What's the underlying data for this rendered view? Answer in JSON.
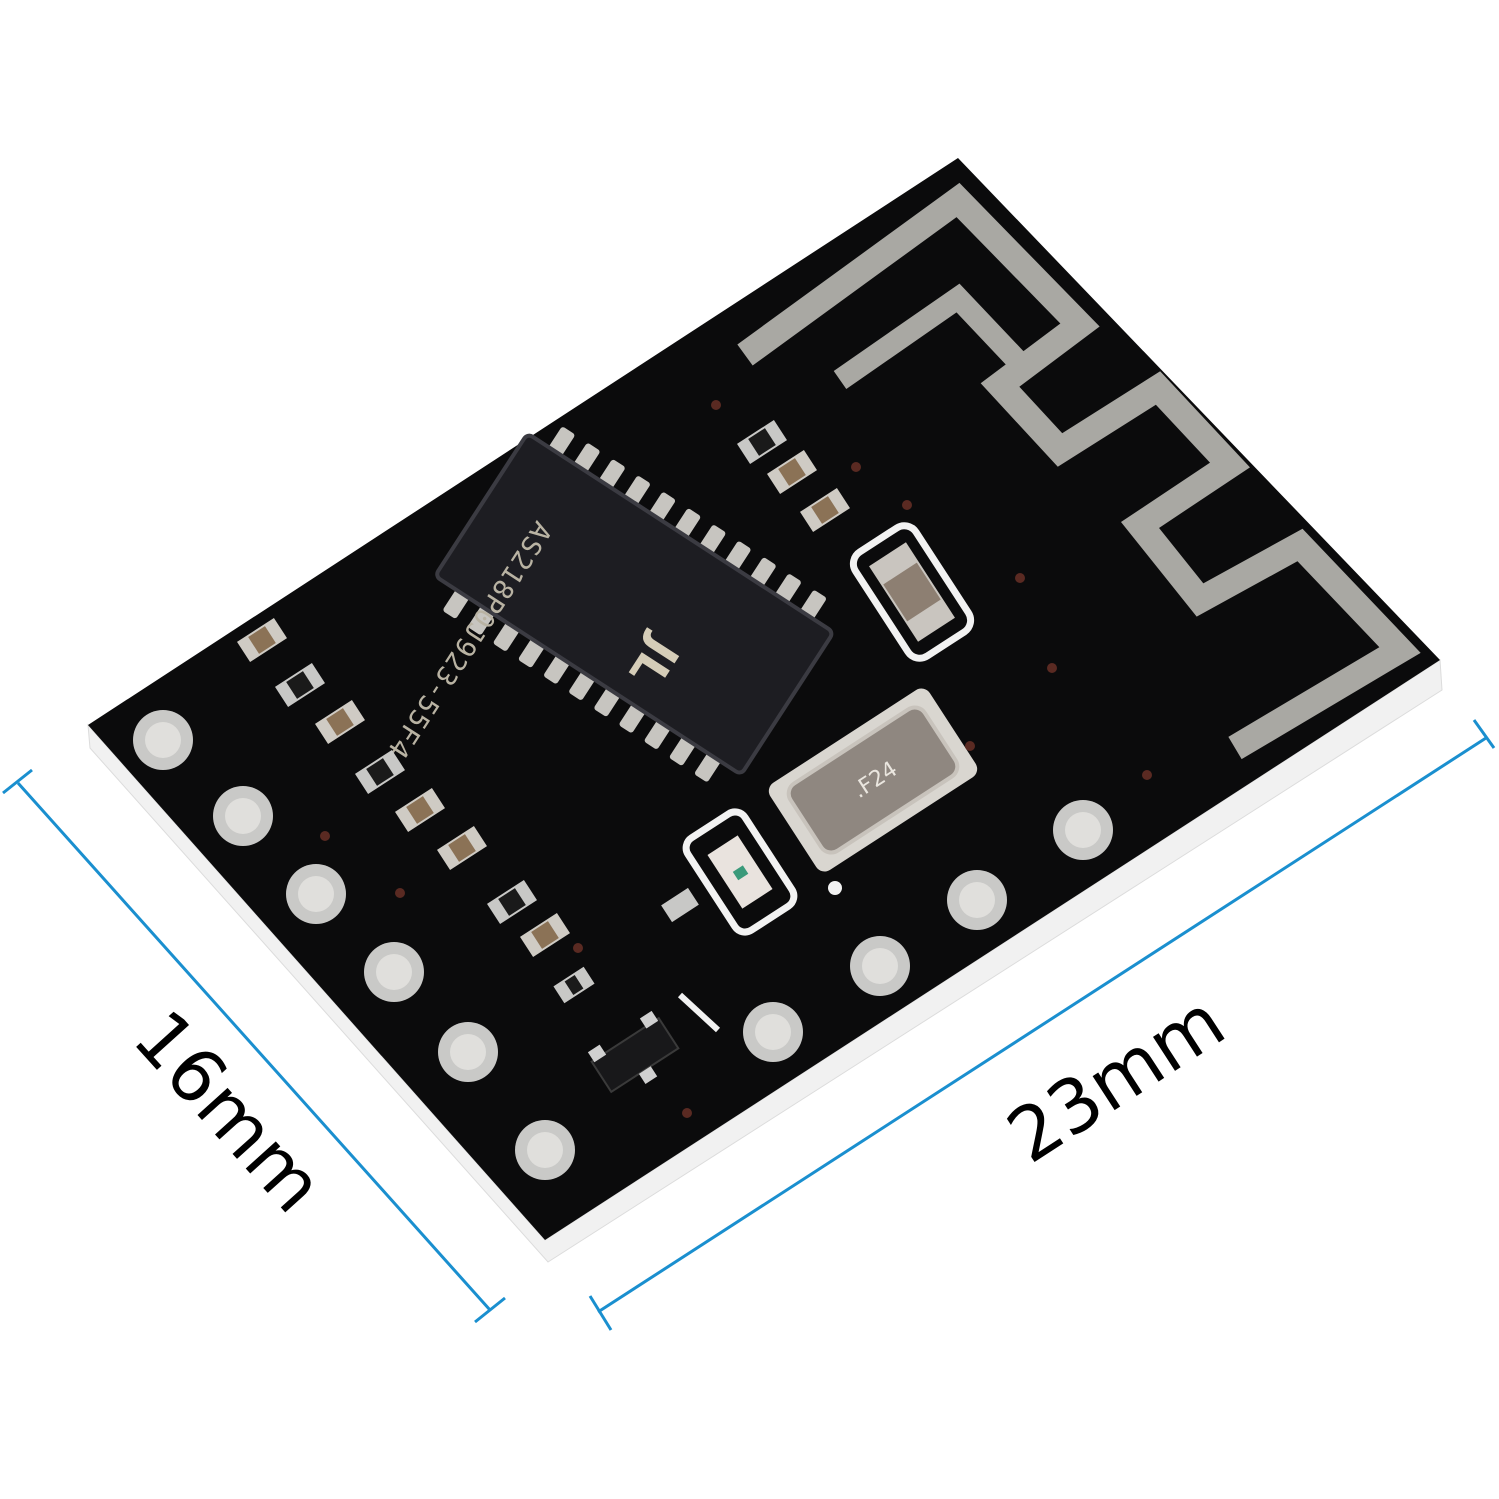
{
  "image": {
    "subject": "Bluetooth audio module PCB",
    "background_color": "#ffffff"
  },
  "board": {
    "color": "#0b0b0c",
    "edge_color": "#f1f1f1",
    "silkscreen_color": "#f2f2f2",
    "antenna_color": "#a9a8a3",
    "pad_color": "#c9c9c7",
    "pin_count_left_edge": 6,
    "pin_count_bottom_edge": 4
  },
  "chip": {
    "logo": "JL",
    "marking": "AS218P0J923-55F4"
  },
  "crystal": {
    "marking": ".F24"
  },
  "dimensions": {
    "width": {
      "label": "23mm",
      "color": "#1a8fcf"
    },
    "height": {
      "label": "16mm",
      "color": "#1a8fcf"
    }
  }
}
